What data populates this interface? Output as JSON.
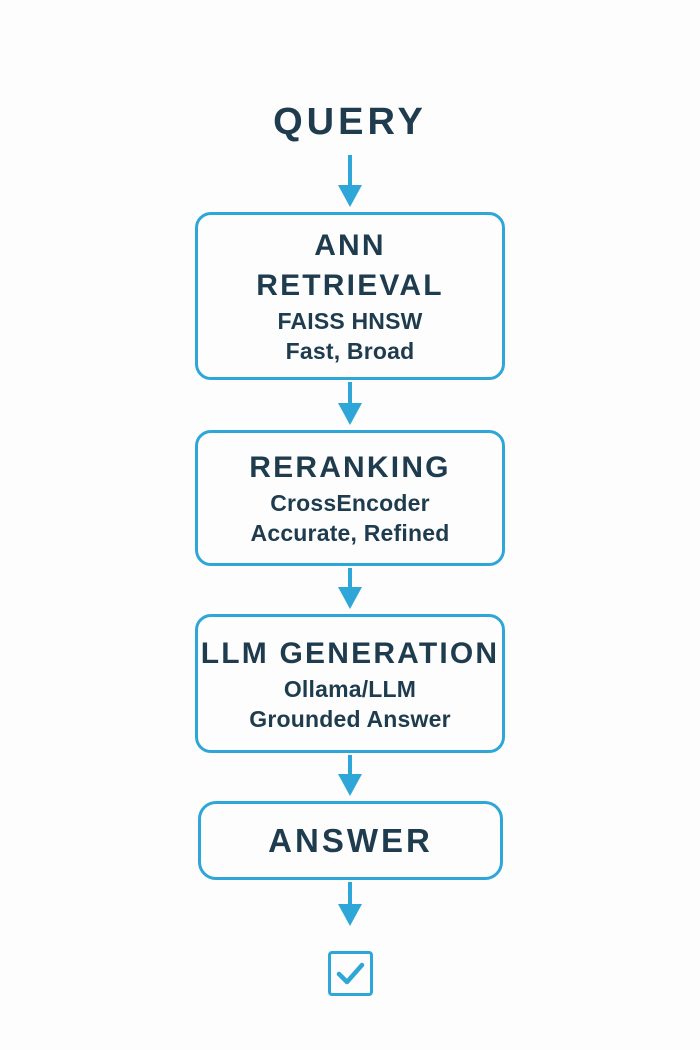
{
  "diagram": {
    "title": "QUERY",
    "background_color": "#fdfdfd",
    "accent_color": "#2ea7d8",
    "text_color": "#1f3c4e",
    "nodes": [
      {
        "id": "ann-retrieval",
        "title_line1": "ANN",
        "title_line2": "RETRIEVAL",
        "subtitle1": "FAISS HNSW",
        "subtitle2": "Fast, Broad"
      },
      {
        "id": "reranking",
        "title_line1": "RERANKING",
        "subtitle1": "CrossEncoder",
        "subtitle2": "Accurate, Refined"
      },
      {
        "id": "llm-generation",
        "title_line1": "LLM GENERATION",
        "subtitle1": "Ollama/LLM",
        "subtitle2": "Grounded Answer"
      },
      {
        "id": "answer",
        "title_line1": "ANSWER"
      }
    ],
    "terminator": {
      "icon": "checkbox-checked-icon",
      "checked": true
    },
    "connectors": [
      {
        "from": "QUERY",
        "to": "ANN RETRIEVAL"
      },
      {
        "from": "ANN RETRIEVAL",
        "to": "RERANKING"
      },
      {
        "from": "RERANKING",
        "to": "LLM GENERATION"
      },
      {
        "from": "LLM GENERATION",
        "to": "ANSWER"
      },
      {
        "from": "ANSWER",
        "to": "checkbox-checked-icon"
      }
    ]
  }
}
